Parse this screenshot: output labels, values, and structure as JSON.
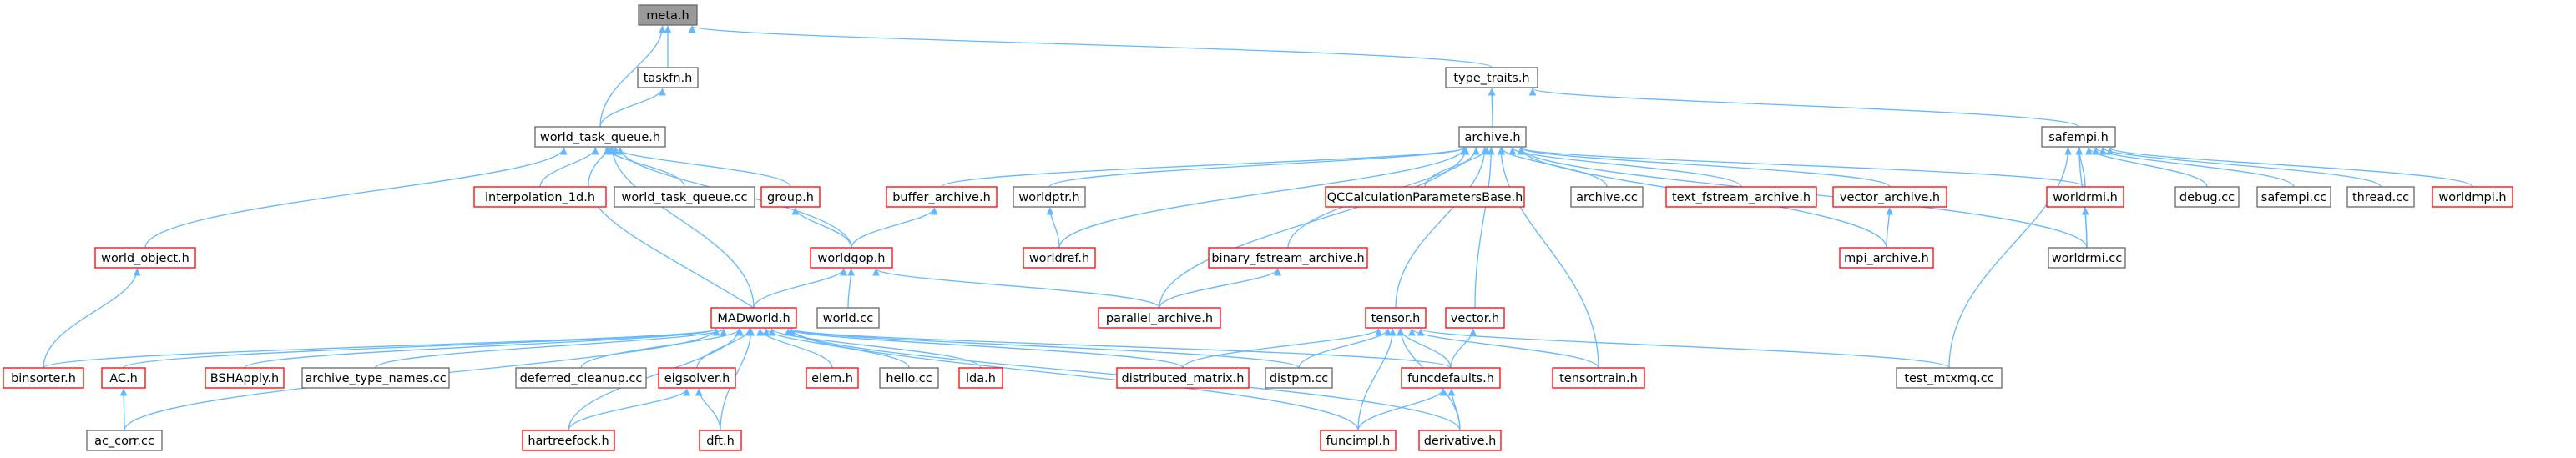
{
  "colors": {
    "edge": "#63b8ff",
    "border_default": "#666666",
    "border_missing": "#ff0000",
    "fill_default": "#ffffff",
    "fill_root": "#999999",
    "text": "#000000"
  },
  "nodes": [
    {
      "id": "meta_h",
      "label": "meta.h",
      "style": "root"
    },
    {
      "id": "taskfn_h",
      "label": "taskfn.h",
      "style": "normal"
    },
    {
      "id": "type_traits_h",
      "label": "type_traits.h",
      "style": "normal"
    },
    {
      "id": "world_task_queue_h",
      "label": "world_task_queue.h",
      "style": "normal"
    },
    {
      "id": "archive_h",
      "label": "archive.h",
      "style": "normal"
    },
    {
      "id": "safempi_h",
      "label": "safempi.h",
      "style": "normal"
    },
    {
      "id": "interpolation_1d_h",
      "label": "interpolation_1d.h",
      "style": "missing"
    },
    {
      "id": "world_task_queue_cc",
      "label": "world_task_queue.cc",
      "style": "normal"
    },
    {
      "id": "group_h",
      "label": "group.h",
      "style": "missing"
    },
    {
      "id": "buffer_archive_h",
      "label": "buffer_archive.h",
      "style": "missing"
    },
    {
      "id": "worldptr_h",
      "label": "worldptr.h",
      "style": "normal"
    },
    {
      "id": "qccalc_h",
      "label": "QCCalculationParametersBase.h",
      "style": "missing"
    },
    {
      "id": "archive_cc",
      "label": "archive.cc",
      "style": "normal"
    },
    {
      "id": "text_fstream_archive_h",
      "label": "text_fstream_archive.h",
      "style": "missing"
    },
    {
      "id": "vector_archive_h",
      "label": "vector_archive.h",
      "style": "missing"
    },
    {
      "id": "worldrmi_h",
      "label": "worldrmi.h",
      "style": "missing"
    },
    {
      "id": "debug_cc",
      "label": "debug.cc",
      "style": "normal"
    },
    {
      "id": "safempi_cc",
      "label": "safempi.cc",
      "style": "normal"
    },
    {
      "id": "thread_cc",
      "label": "thread.cc",
      "style": "normal"
    },
    {
      "id": "worldmpi_h",
      "label": "worldmpi.h",
      "style": "missing"
    },
    {
      "id": "world_object_h",
      "label": "world_object.h",
      "style": "missing"
    },
    {
      "id": "worldgop_h",
      "label": "worldgop.h",
      "style": "missing"
    },
    {
      "id": "worldref_h",
      "label": "worldref.h",
      "style": "missing"
    },
    {
      "id": "binary_fstream_archive_h",
      "label": "binary_fstream_archive.h",
      "style": "missing"
    },
    {
      "id": "mpi_archive_h",
      "label": "mpi_archive.h",
      "style": "missing"
    },
    {
      "id": "worldrmi_cc",
      "label": "worldrmi.cc",
      "style": "normal"
    },
    {
      "id": "madworld_h",
      "label": "MADworld.h",
      "style": "missing"
    },
    {
      "id": "world_cc",
      "label": "world.cc",
      "style": "normal"
    },
    {
      "id": "parallel_archive_h",
      "label": "parallel_archive.h",
      "style": "missing"
    },
    {
      "id": "tensor_h",
      "label": "tensor.h",
      "style": "missing"
    },
    {
      "id": "vector_h",
      "label": "vector.h",
      "style": "missing"
    },
    {
      "id": "binsorter_h",
      "label": "binsorter.h",
      "style": "missing"
    },
    {
      "id": "ac_h",
      "label": "AC.h",
      "style": "missing"
    },
    {
      "id": "bshapply_h",
      "label": "BSHApply.h",
      "style": "missing"
    },
    {
      "id": "archive_type_names_cc",
      "label": "archive_type_names.cc",
      "style": "normal"
    },
    {
      "id": "deferred_cleanup_cc",
      "label": "deferred_cleanup.cc",
      "style": "normal"
    },
    {
      "id": "eigsolver_h",
      "label": "eigsolver.h",
      "style": "missing"
    },
    {
      "id": "elem_h",
      "label": "elem.h",
      "style": "missing"
    },
    {
      "id": "hello_cc",
      "label": "hello.cc",
      "style": "normal"
    },
    {
      "id": "lda_h",
      "label": "lda.h",
      "style": "missing"
    },
    {
      "id": "distributed_matrix_h",
      "label": "distributed_matrix.h",
      "style": "missing"
    },
    {
      "id": "distpm_cc",
      "label": "distpm.cc",
      "style": "normal"
    },
    {
      "id": "funcdefaults_h",
      "label": "funcdefaults.h",
      "style": "missing"
    },
    {
      "id": "tensortrain_h",
      "label": "tensortrain.h",
      "style": "missing"
    },
    {
      "id": "test_mtxmq_cc",
      "label": "test_mtxmq.cc",
      "style": "normal"
    },
    {
      "id": "ac_corr_cc",
      "label": "ac_corr.cc",
      "style": "normal"
    },
    {
      "id": "hartreefock_h",
      "label": "hartreefock.h",
      "style": "missing"
    },
    {
      "id": "dft_h",
      "label": "dft.h",
      "style": "missing"
    },
    {
      "id": "funcimpl_h",
      "label": "funcimpl.h",
      "style": "missing"
    },
    {
      "id": "derivative_h",
      "label": "derivative.h",
      "style": "missing"
    }
  ],
  "edges": [
    [
      "taskfn_h",
      "meta_h"
    ],
    [
      "world_task_queue_h",
      "meta_h"
    ],
    [
      "type_traits_h",
      "meta_h"
    ],
    [
      "world_task_queue_h",
      "taskfn_h"
    ],
    [
      "archive_h",
      "type_traits_h"
    ],
    [
      "safempi_h",
      "type_traits_h"
    ],
    [
      "interpolation_1d_h",
      "world_task_queue_h"
    ],
    [
      "world_task_queue_cc",
      "world_task_queue_h"
    ],
    [
      "group_h",
      "world_task_queue_h"
    ],
    [
      "worldgop_h",
      "world_task_queue_h"
    ],
    [
      "world_object_h",
      "world_task_queue_h"
    ],
    [
      "madworld_h",
      "world_task_queue_h"
    ],
    [
      "madworld_h",
      "world_task_queue_h"
    ],
    [
      "buffer_archive_h",
      "archive_h"
    ],
    [
      "worldptr_h",
      "archive_h"
    ],
    [
      "qccalc_h",
      "archive_h"
    ],
    [
      "archive_cc",
      "archive_h"
    ],
    [
      "text_fstream_archive_h",
      "archive_h"
    ],
    [
      "vector_archive_h",
      "archive_h"
    ],
    [
      "worldrmi_h",
      "archive_h"
    ],
    [
      "worldref_h",
      "archive_h"
    ],
    [
      "binary_fstream_archive_h",
      "archive_h"
    ],
    [
      "mpi_archive_h",
      "archive_h"
    ],
    [
      "worldrmi_cc",
      "archive_h"
    ],
    [
      "parallel_archive_h",
      "archive_h"
    ],
    [
      "tensor_h",
      "archive_h"
    ],
    [
      "vector_h",
      "archive_h"
    ],
    [
      "tensortrain_h",
      "archive_h"
    ],
    [
      "worldrmi_h",
      "safempi_h"
    ],
    [
      "debug_cc",
      "safempi_h"
    ],
    [
      "safempi_cc",
      "safempi_h"
    ],
    [
      "thread_cc",
      "safempi_h"
    ],
    [
      "worldmpi_h",
      "safempi_h"
    ],
    [
      "worldrmi_cc",
      "safempi_h"
    ],
    [
      "test_mtxmq_cc",
      "safempi_h"
    ],
    [
      "worldgop_h",
      "group_h"
    ],
    [
      "worldgop_h",
      "buffer_archive_h"
    ],
    [
      "worldref_h",
      "worldptr_h"
    ],
    [
      "mpi_archive_h",
      "vector_archive_h"
    ],
    [
      "worldrmi_cc",
      "worldrmi_h"
    ],
    [
      "binsorter_h",
      "world_object_h"
    ],
    [
      "madworld_h",
      "worldgop_h"
    ],
    [
      "world_cc",
      "worldgop_h"
    ],
    [
      "parallel_archive_h",
      "worldgop_h"
    ],
    [
      "parallel_archive_h",
      "binary_fstream_archive_h"
    ],
    [
      "binsorter_h",
      "madworld_h"
    ],
    [
      "ac_h",
      "madworld_h"
    ],
    [
      "bshapply_h",
      "madworld_h"
    ],
    [
      "archive_type_names_cc",
      "madworld_h"
    ],
    [
      "deferred_cleanup_cc",
      "madworld_h"
    ],
    [
      "eigsolver_h",
      "madworld_h"
    ],
    [
      "elem_h",
      "madworld_h"
    ],
    [
      "hello_cc",
      "madworld_h"
    ],
    [
      "lda_h",
      "madworld_h"
    ],
    [
      "distributed_matrix_h",
      "madworld_h"
    ],
    [
      "distpm_cc",
      "madworld_h"
    ],
    [
      "funcdefaults_h",
      "madworld_h"
    ],
    [
      "ac_corr_cc",
      "madworld_h"
    ],
    [
      "hartreefock_h",
      "madworld_h"
    ],
    [
      "dft_h",
      "madworld_h"
    ],
    [
      "funcimpl_h",
      "madworld_h"
    ],
    [
      "derivative_h",
      "madworld_h"
    ],
    [
      "distributed_matrix_h",
      "tensor_h"
    ],
    [
      "distpm_cc",
      "tensor_h"
    ],
    [
      "funcdefaults_h",
      "tensor_h"
    ],
    [
      "tensortrain_h",
      "tensor_h"
    ],
    [
      "test_mtxmq_cc",
      "tensor_h"
    ],
    [
      "funcimpl_h",
      "tensor_h"
    ],
    [
      "derivative_h",
      "tensor_h"
    ],
    [
      "funcdefaults_h",
      "vector_h"
    ],
    [
      "ac_corr_cc",
      "ac_h"
    ],
    [
      "hartreefock_h",
      "eigsolver_h"
    ],
    [
      "dft_h",
      "eigsolver_h"
    ],
    [
      "funcimpl_h",
      "funcdefaults_h"
    ],
    [
      "derivative_h",
      "funcdefaults_h"
    ]
  ]
}
